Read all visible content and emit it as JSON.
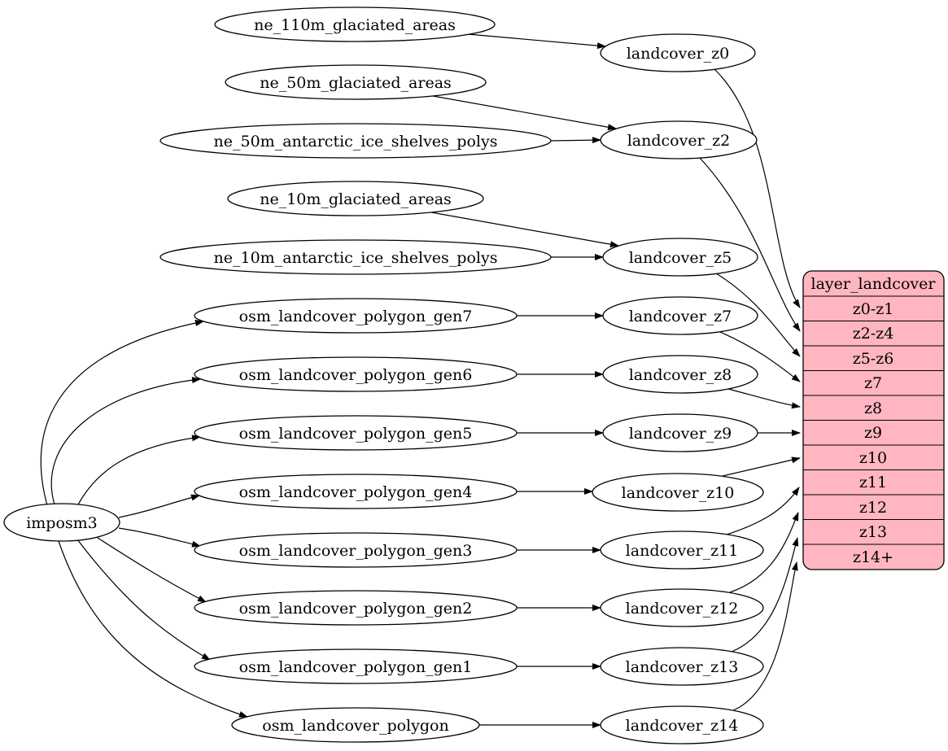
{
  "colors": {
    "background": "#ffffff",
    "node_fill": "#ffffff",
    "node_stroke": "#000000",
    "edge": "#000000",
    "table_fill": "#ffb6c1"
  },
  "nodes": [
    {
      "id": "imposm3",
      "label": "imposm3"
    },
    {
      "id": "ne_110m_glaciated_areas",
      "label": "ne_110m_glaciated_areas"
    },
    {
      "id": "ne_50m_glaciated_areas",
      "label": "ne_50m_glaciated_areas"
    },
    {
      "id": "ne_50m_antarctic_ice_shelves_polys",
      "label": "ne_50m_antarctic_ice_shelves_polys"
    },
    {
      "id": "ne_10m_glaciated_areas",
      "label": "ne_10m_glaciated_areas"
    },
    {
      "id": "ne_10m_antarctic_ice_shelves_polys",
      "label": "ne_10m_antarctic_ice_shelves_polys"
    },
    {
      "id": "osm_landcover_polygon_gen7",
      "label": "osm_landcover_polygon_gen7"
    },
    {
      "id": "osm_landcover_polygon_gen6",
      "label": "osm_landcover_polygon_gen6"
    },
    {
      "id": "osm_landcover_polygon_gen5",
      "label": "osm_landcover_polygon_gen5"
    },
    {
      "id": "osm_landcover_polygon_gen4",
      "label": "osm_landcover_polygon_gen4"
    },
    {
      "id": "osm_landcover_polygon_gen3",
      "label": "osm_landcover_polygon_gen3"
    },
    {
      "id": "osm_landcover_polygon_gen2",
      "label": "osm_landcover_polygon_gen2"
    },
    {
      "id": "osm_landcover_polygon_gen1",
      "label": "osm_landcover_polygon_gen1"
    },
    {
      "id": "osm_landcover_polygon",
      "label": "osm_landcover_polygon"
    },
    {
      "id": "landcover_z0",
      "label": "landcover_z0"
    },
    {
      "id": "landcover_z2",
      "label": "landcover_z2"
    },
    {
      "id": "landcover_z5",
      "label": "landcover_z5"
    },
    {
      "id": "landcover_z7",
      "label": "landcover_z7"
    },
    {
      "id": "landcover_z8",
      "label": "landcover_z8"
    },
    {
      "id": "landcover_z9",
      "label": "landcover_z9"
    },
    {
      "id": "landcover_z10",
      "label": "landcover_z10"
    },
    {
      "id": "landcover_z11",
      "label": "landcover_z11"
    },
    {
      "id": "landcover_z12",
      "label": "landcover_z12"
    },
    {
      "id": "landcover_z13",
      "label": "landcover_z13"
    },
    {
      "id": "landcover_z14",
      "label": "landcover_z14"
    }
  ],
  "table": {
    "title": "layer_landcover",
    "rows": [
      "z0-z1",
      "z2-z4",
      "z5-z6",
      "z7",
      "z8",
      "z9",
      "z10",
      "z11",
      "z12",
      "z13",
      "z14+"
    ],
    "fill_color": "#ffb6c1"
  },
  "edges": [
    [
      "ne_110m_glaciated_areas",
      "landcover_z0"
    ],
    [
      "ne_50m_glaciated_areas",
      "landcover_z2"
    ],
    [
      "ne_50m_antarctic_ice_shelves_polys",
      "landcover_z2"
    ],
    [
      "ne_10m_glaciated_areas",
      "landcover_z5"
    ],
    [
      "ne_10m_antarctic_ice_shelves_polys",
      "landcover_z5"
    ],
    [
      "osm_landcover_polygon_gen7",
      "landcover_z7"
    ],
    [
      "osm_landcover_polygon_gen6",
      "landcover_z8"
    ],
    [
      "osm_landcover_polygon_gen5",
      "landcover_z9"
    ],
    [
      "osm_landcover_polygon_gen4",
      "landcover_z10"
    ],
    [
      "osm_landcover_polygon_gen3",
      "landcover_z11"
    ],
    [
      "osm_landcover_polygon_gen2",
      "landcover_z12"
    ],
    [
      "osm_landcover_polygon_gen1",
      "landcover_z13"
    ],
    [
      "osm_landcover_polygon",
      "landcover_z14"
    ],
    [
      "imposm3",
      "osm_landcover_polygon_gen7"
    ],
    [
      "imposm3",
      "osm_landcover_polygon_gen6"
    ],
    [
      "imposm3",
      "osm_landcover_polygon_gen5"
    ],
    [
      "imposm3",
      "osm_landcover_polygon_gen4"
    ],
    [
      "imposm3",
      "osm_landcover_polygon_gen3"
    ],
    [
      "imposm3",
      "osm_landcover_polygon_gen2"
    ],
    [
      "imposm3",
      "osm_landcover_polygon_gen1"
    ],
    [
      "imposm3",
      "osm_landcover_polygon"
    ],
    [
      "landcover_z0",
      "layer_landcover.z0-z1"
    ],
    [
      "landcover_z2",
      "layer_landcover.z2-z4"
    ],
    [
      "landcover_z5",
      "layer_landcover.z5-z6"
    ],
    [
      "landcover_z7",
      "layer_landcover.z7"
    ],
    [
      "landcover_z8",
      "layer_landcover.z8"
    ],
    [
      "landcover_z9",
      "layer_landcover.z9"
    ],
    [
      "landcover_z10",
      "layer_landcover.z10"
    ],
    [
      "landcover_z11",
      "layer_landcover.z11"
    ],
    [
      "landcover_z12",
      "layer_landcover.z12"
    ],
    [
      "landcover_z13",
      "layer_landcover.z13"
    ],
    [
      "landcover_z14",
      "layer_landcover.z14+"
    ]
  ]
}
